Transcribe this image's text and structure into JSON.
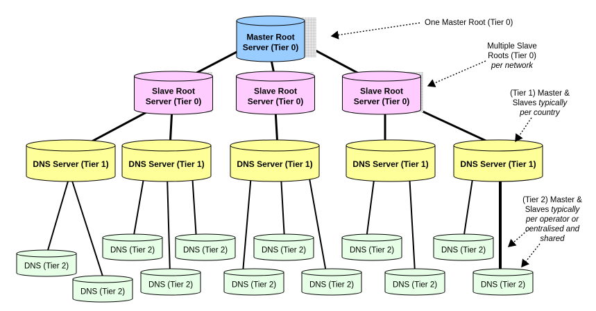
{
  "colors": {
    "master_fill": "#99ccff",
    "slave_fill": "#ffccff",
    "tier1_fill": "#ffff99",
    "tier2_fill": "#e6ffe6",
    "grid_shadow": "#d8d8d8",
    "line": "#000000"
  },
  "nodes": {
    "master_root": {
      "line1": "Master Root",
      "line2": "Server (Tier 0)"
    },
    "slave_root_1": {
      "line1": "Slave Root",
      "line2": "Server (Tier 0)"
    },
    "slave_root_2": {
      "line1": "Slave Root",
      "line2": "Server (Tier 0)"
    },
    "slave_root_3": {
      "line1": "Slave Root",
      "line2": "Server (Tier 0)"
    },
    "tier1_1": {
      "label": "DNS Server (Tier 1)"
    },
    "tier1_2": {
      "label": "DNS Server (Tier 1)"
    },
    "tier1_3": {
      "label": "DNS Server (Tier 1)"
    },
    "tier1_4": {
      "label": "DNS Server (Tier 1)"
    },
    "tier1_5": {
      "label": "DNS Server (Tier 1)"
    },
    "tier2_1": {
      "label": "DNS (Tier 2)"
    },
    "tier2_2": {
      "label": "DNS (Tier 2)"
    },
    "tier2_3": {
      "label": "DNS (Tier 2)"
    },
    "tier2_4": {
      "label": "DNS (Tier 2)"
    },
    "tier2_5": {
      "label": "DNS (Tier 2)"
    },
    "tier2_6": {
      "label": "DNS (Tier 2)"
    },
    "tier2_7": {
      "label": "DNS (Tier 2)"
    },
    "tier2_8": {
      "label": "DNS (Tier 2)"
    },
    "tier2_9": {
      "label": "DNS (Tier 2)"
    },
    "tier2_10": {
      "label": "DNS (Tier 2)"
    },
    "tier2_11": {
      "label": "DNS (Tier 2)"
    },
    "tier2_12": {
      "label": "DNS (Tier 2)"
    }
  },
  "annotations": {
    "master": {
      "line1": "One Master Root (Tier 0)"
    },
    "slave": {
      "line1": "Multiple Slave",
      "line2": "Roots (Tier 0)",
      "line3": "per network"
    },
    "tier1": {
      "line1": "(Tier 1) Master &",
      "line2_normal": "Slaves ",
      "line2_italic": "typically",
      "line3": "per country"
    },
    "tier2": {
      "line1": "(Tier 2) Master &",
      "line2_normal": "Slaves ",
      "line2_italic": "typically",
      "line3": "per operator or",
      "line4": "centralised and",
      "line5": "shared"
    }
  }
}
